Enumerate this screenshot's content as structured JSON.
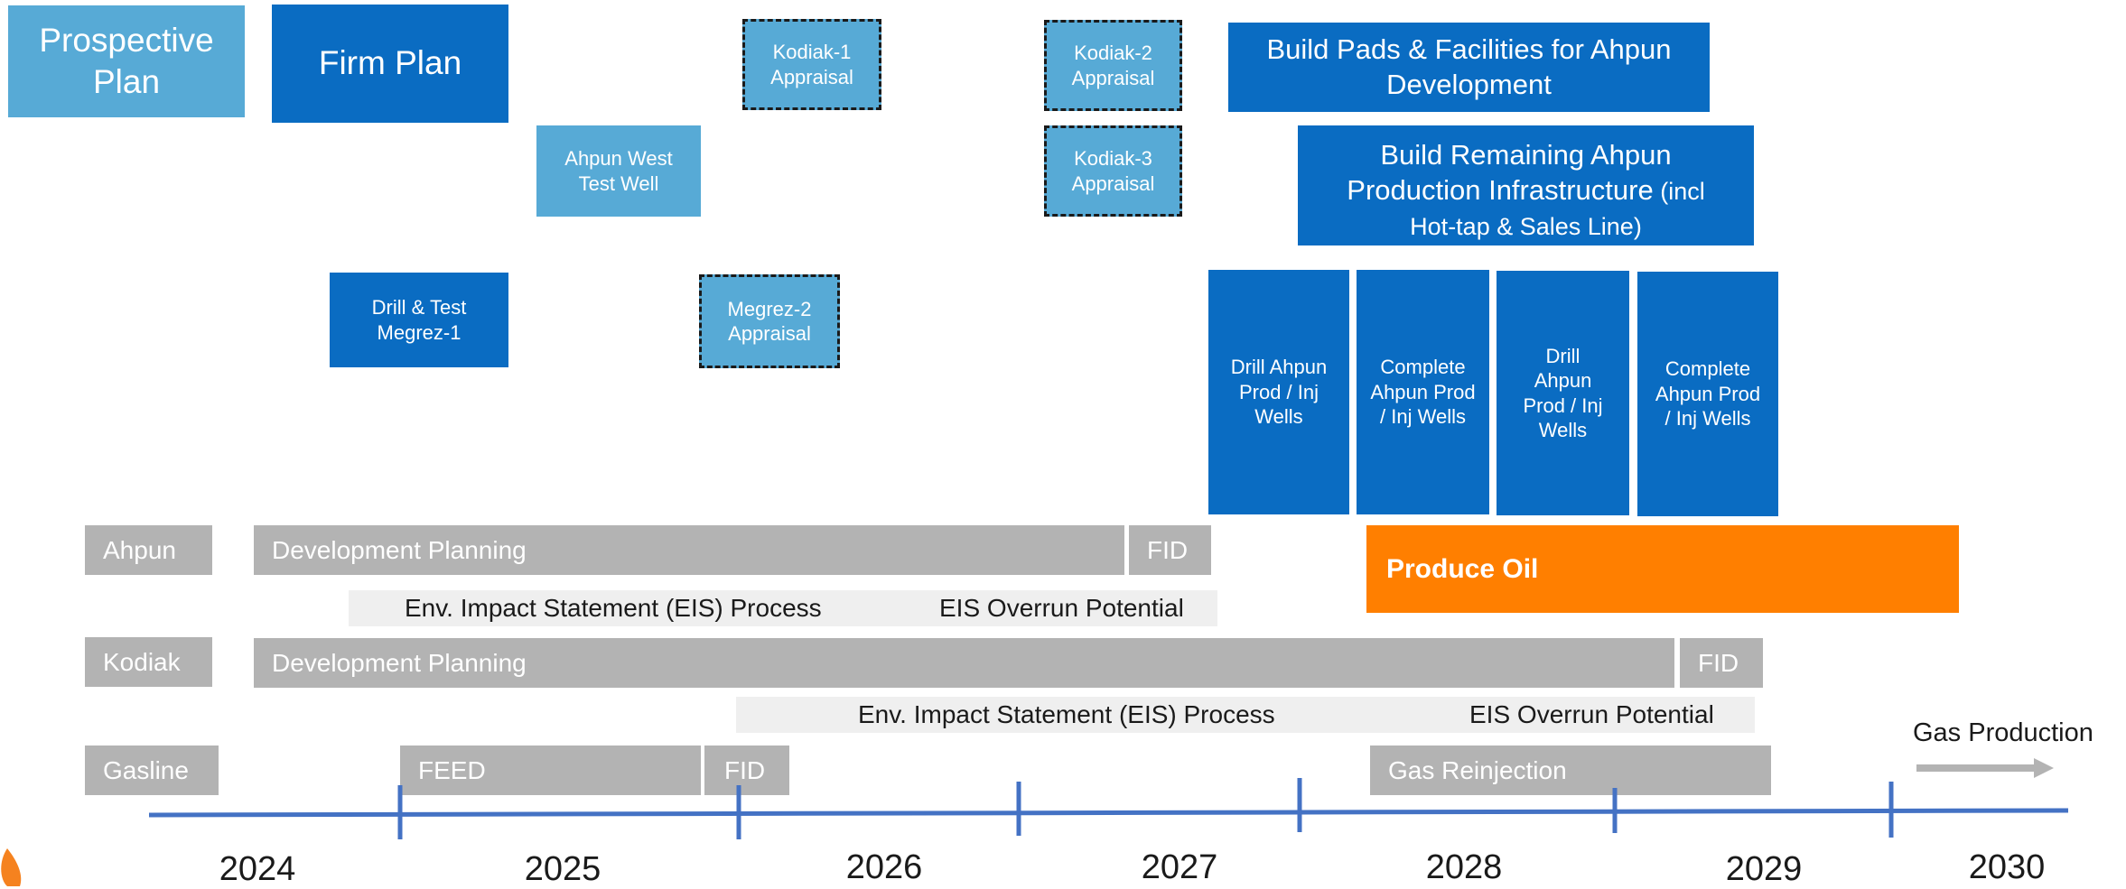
{
  "legend": {
    "prospective": "Prospective Plan",
    "firm": "Firm Plan"
  },
  "activities": {
    "kodiak1": "Kodiak-1 Appraisal",
    "kodiak2": "Kodiak-2 Appraisal",
    "kodiak3": "Kodiak-3 Appraisal",
    "ahpun_west": "Ahpun West Test Well",
    "megrez1": "Drill & Test Megrez-1",
    "megrez2": "Megrez-2 Appraisal",
    "build_pads": "Build Pads & Facilities for Ahpun Development",
    "build_remaining_main": "Build Remaining Ahpun Production Infrastructure",
    "build_remaining_suffix": " (incl Hot-tap & Sales Line)",
    "drill_wells_1": "Drill Ahpun Prod / Inj Wells",
    "complete_wells_1": "Complete Ahpun Prod / Inj Wells",
    "drill_wells_2": "Drill Ahpun Prod / Inj Wells",
    "complete_wells_2": "Complete Ahpun Prod / Inj Wells"
  },
  "rows": {
    "ahpun": {
      "label": "Ahpun",
      "dev_planning": "Development Planning",
      "fid": "FID",
      "eis": "Env. Impact Statement (EIS) Process",
      "eis_overrun": "EIS Overrun Potential",
      "produce_oil": "Produce Oil"
    },
    "kodiak": {
      "label": "Kodiak",
      "dev_planning": "Development Planning",
      "fid": "FID",
      "eis": "Env. Impact Statement (EIS) Process",
      "eis_overrun": "EIS Overrun Potential"
    },
    "gasline": {
      "label": "Gasline",
      "feed": "FEED",
      "fid": "FID",
      "gas_reinjection": "Gas Reinjection",
      "gas_production": "Gas Production"
    }
  },
  "timeline": {
    "years": [
      "2024",
      "2025",
      "2026",
      "2027",
      "2028",
      "2029",
      "2030"
    ]
  },
  "colors": {
    "firm": "#0a6cc2",
    "prospective": "#57aad6",
    "gray": "#b3b3b3",
    "light_gray": "#efefef",
    "orange": "#ff7f00",
    "axis": "#4472c4"
  }
}
